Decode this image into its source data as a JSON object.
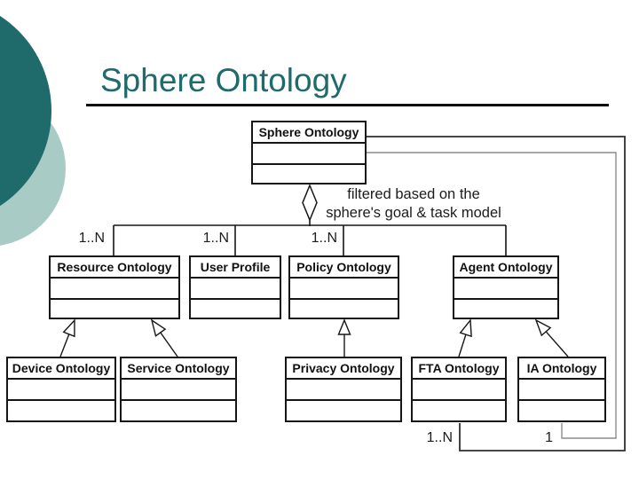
{
  "slide": {
    "title": "Sphere Ontology"
  },
  "classes": {
    "sphere": {
      "label": "Sphere Ontology"
    },
    "resource": {
      "label": "Resource Ontology"
    },
    "user_profile": {
      "label": "User Profile"
    },
    "policy": {
      "label": "Policy Ontology"
    },
    "agent": {
      "label": "Agent Ontology"
    },
    "device": {
      "label": "Device Ontology"
    },
    "service": {
      "label": "Service Ontology"
    },
    "privacy": {
      "label": "Privacy Ontology"
    },
    "fta": {
      "label": "FTA Ontology"
    },
    "ia": {
      "label": "IA Ontology"
    }
  },
  "labels": {
    "mult_resource": "1..N",
    "mult_user_profile": "1..N",
    "mult_policy": "1..N",
    "mult_fta": "1..N",
    "mult_ia": "1",
    "annotation_line1": "filtered based on the",
    "annotation_line2": "sphere's goal & task model"
  },
  "colors": {
    "accent_teal": "#1f6a6b",
    "circle_light": "#a9cbc6",
    "diagram_line": "#161616",
    "association_outer": "#2f2f2f",
    "association_inner": "#8c8c8c"
  }
}
